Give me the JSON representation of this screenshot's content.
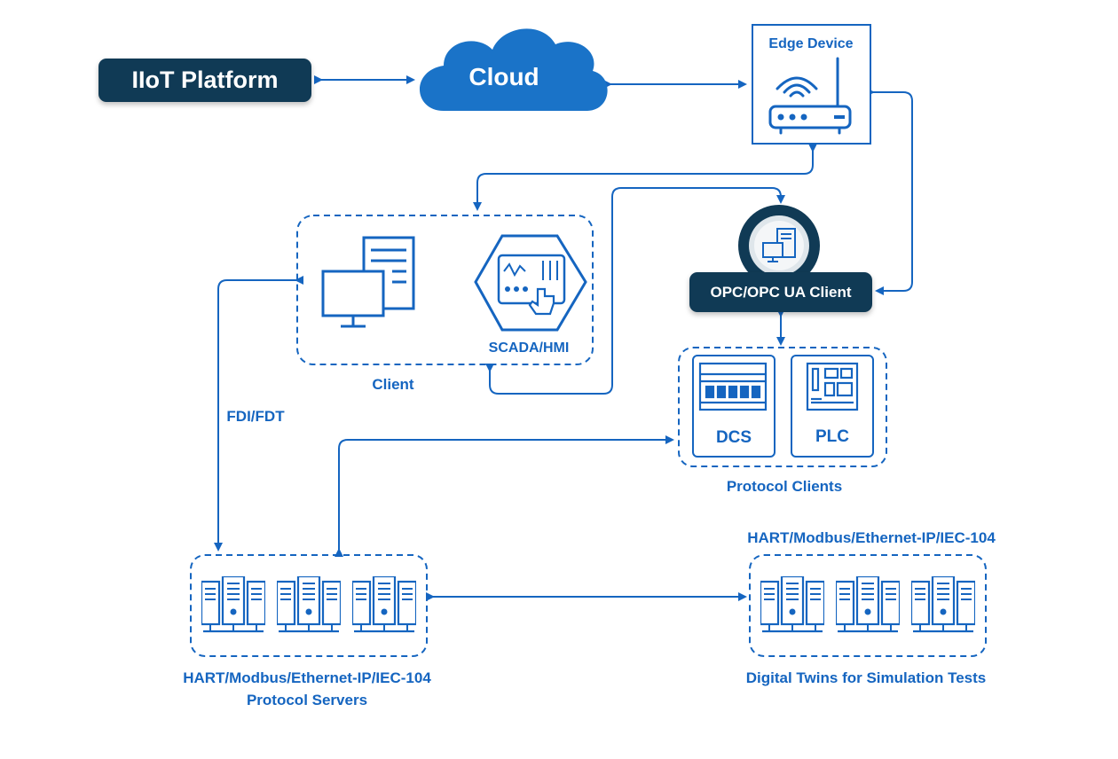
{
  "nodes": {
    "iiot_platform": "IIoT Platform",
    "cloud": "Cloud",
    "edge_device": "Edge Device",
    "opc_client": "OPC/OPC UA Client",
    "scada_hmi": "SCADA/HMI",
    "client": "Client",
    "dcs": "DCS",
    "plc": "PLC",
    "protocol_clients": "Protocol Clients",
    "fdi_fdt": "FDI/FDT",
    "protocol_servers_line1": "HART/Modbus/Ethernet-IP/IEC-104",
    "protocol_servers_line2": "Protocol Servers",
    "twins_protocols": "HART/Modbus/Ethernet-IP/IEC-104",
    "digital_twins": "Digital Twins for Simulation Tests"
  },
  "colors": {
    "primary": "#1565c0",
    "cloud": "#1a73c8",
    "pill": "#103a55"
  },
  "icons": [
    "server-rack-icon",
    "monitor-icon",
    "router-icon",
    "scada-hexagon-icon",
    "dcs-panel-icon",
    "plc-board-icon"
  ]
}
